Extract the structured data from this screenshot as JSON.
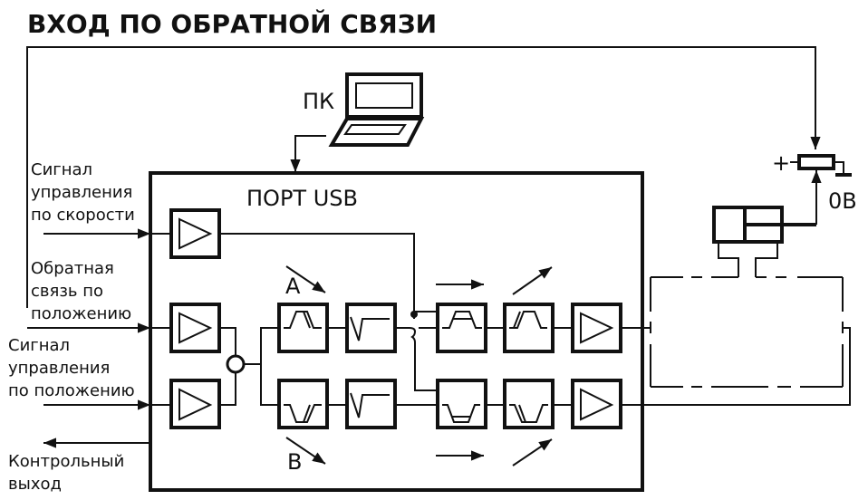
{
  "title": "ВХОД ПО ОБРАТНОЙ СВЯЗИ",
  "pc_label": "ПК",
  "usb_label": "ПОРТ USB",
  "inputs": {
    "speed_control": [
      "Сигнал",
      "управления",
      "по скорости"
    ],
    "position_feedback": [
      "Обратная",
      "связь по",
      "положению"
    ],
    "position_control": [
      "Сигнал",
      "управления",
      "по положению"
    ],
    "control_output": [
      "Контрольный",
      "выход"
    ]
  },
  "channel_labels": {
    "a": "A",
    "b": "B"
  },
  "potentiometer": {
    "plus": "+",
    "ground_label": "0В"
  },
  "blocks": {
    "amplifier": "amplifier",
    "ramp_up_a": "ramp-filter-a",
    "ramp_down_b": "ramp-filter-b",
    "deadband": "deadband-compensation",
    "dither_a": "dither-a",
    "dither_b": "dither-b",
    "gain_a": "gain-adjust-a",
    "gain_b": "gain-adjust-b"
  }
}
